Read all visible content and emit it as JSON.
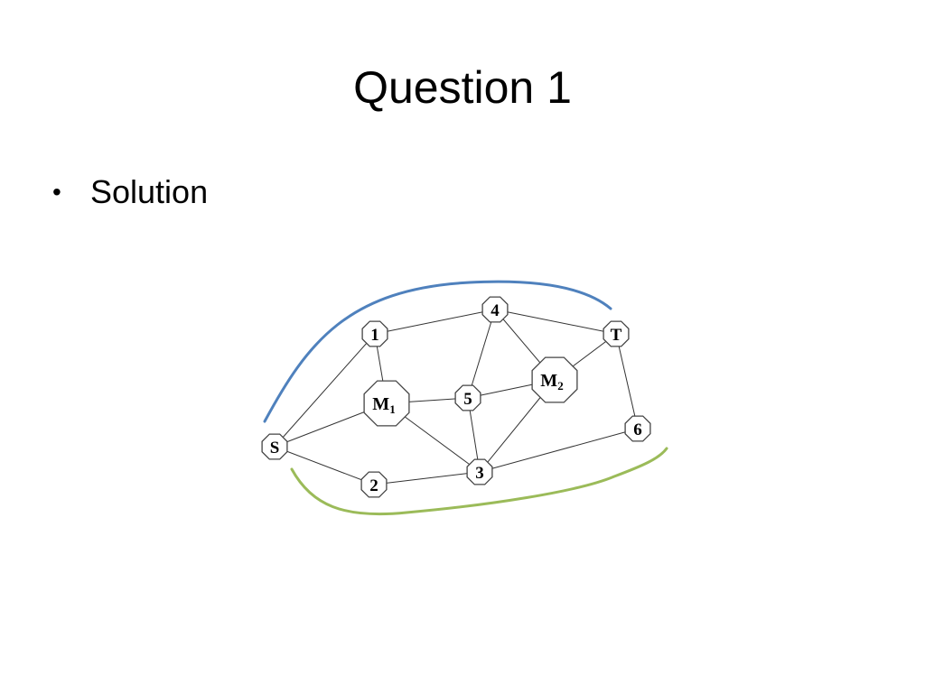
{
  "slide": {
    "title": "Question 1",
    "bullets": [
      "Solution"
    ]
  },
  "diagram": {
    "nodes": [
      {
        "id": "S",
        "label": "S",
        "sub": ""
      },
      {
        "id": "1",
        "label": "1",
        "sub": ""
      },
      {
        "id": "2",
        "label": "2",
        "sub": ""
      },
      {
        "id": "3",
        "label": "3",
        "sub": ""
      },
      {
        "id": "4",
        "label": "4",
        "sub": ""
      },
      {
        "id": "5",
        "label": "5",
        "sub": ""
      },
      {
        "id": "6",
        "label": "6",
        "sub": ""
      },
      {
        "id": "T",
        "label": "T",
        "sub": ""
      },
      {
        "id": "M1",
        "label": "M",
        "sub": "1"
      },
      {
        "id": "M2",
        "label": "M",
        "sub": "2"
      }
    ],
    "edges": [
      [
        "S",
        "1"
      ],
      [
        "S",
        "M1"
      ],
      [
        "S",
        "2"
      ],
      [
        "1",
        "4"
      ],
      [
        "1",
        "M1"
      ],
      [
        "4",
        "T"
      ],
      [
        "4",
        "5"
      ],
      [
        "4",
        "M2"
      ],
      [
        "M1",
        "5"
      ],
      [
        "M1",
        "3"
      ],
      [
        "5",
        "M2"
      ],
      [
        "5",
        "3"
      ],
      [
        "2",
        "3"
      ],
      [
        "3",
        "M2"
      ],
      [
        "3",
        "6"
      ],
      [
        "M2",
        "T"
      ],
      [
        "T",
        "6"
      ]
    ],
    "highlights": [
      {
        "name": "upper-path-curve",
        "color": "#4f81bd"
      },
      {
        "name": "lower-path-curve",
        "color": "#9bbb59"
      }
    ]
  }
}
